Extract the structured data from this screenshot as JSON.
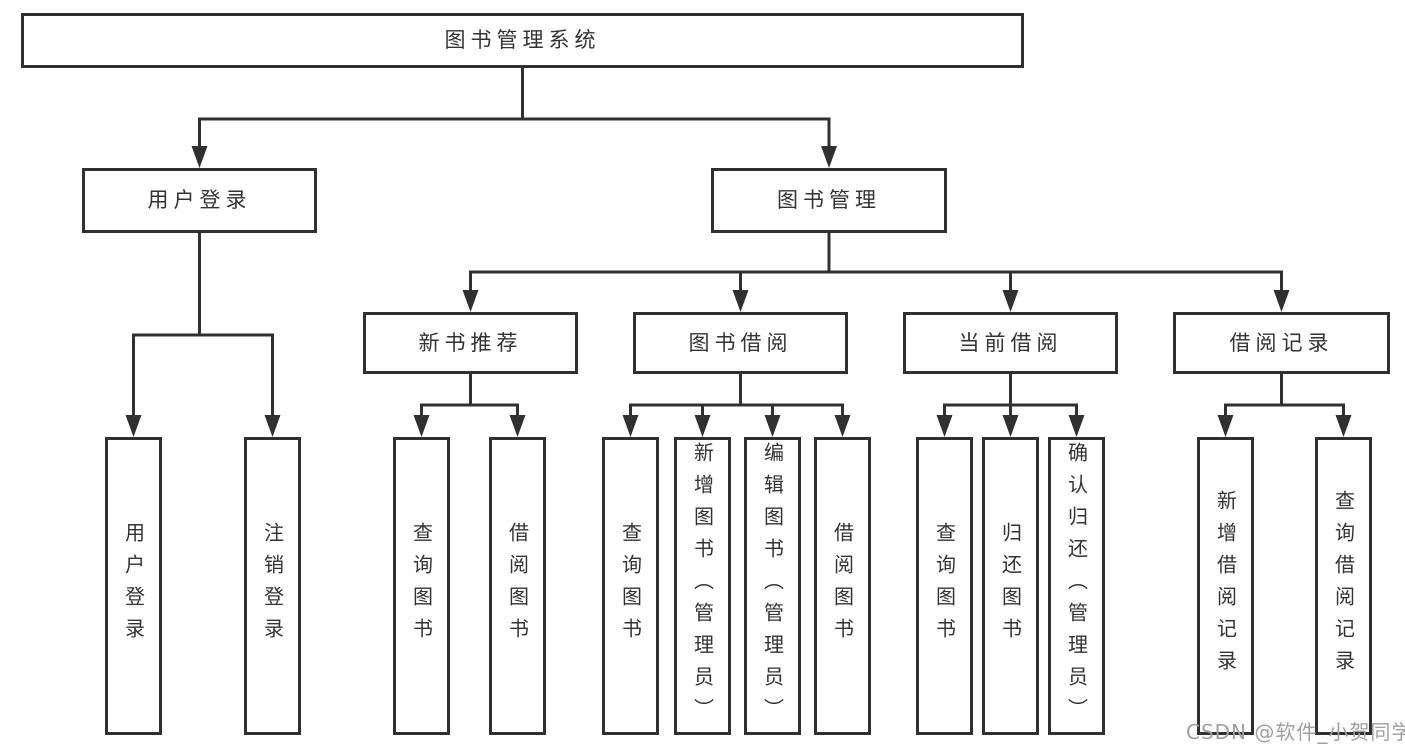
{
  "tree": {
    "label": "图书管理系统",
    "children": [
      {
        "label": "用户登录",
        "children": [
          {
            "label": "用户登录"
          },
          {
            "label": "注销登录"
          }
        ]
      },
      {
        "label": "图书管理",
        "children": [
          {
            "label": "新书推荐",
            "children": [
              {
                "label": "查询图书"
              },
              {
                "label": "借阅图书"
              }
            ]
          },
          {
            "label": "图书借阅",
            "children": [
              {
                "label": "查询图书"
              },
              {
                "label": "新增图书（管理员）"
              },
              {
                "label": "编辑图书（管理员）"
              },
              {
                "label": "借阅图书"
              }
            ]
          },
          {
            "label": "当前借阅",
            "children": [
              {
                "label": "查询图书"
              },
              {
                "label": "归还图书"
              },
              {
                "label": "确认归还（管理员）"
              }
            ]
          },
          {
            "label": "借阅记录",
            "children": [
              {
                "label": "新增借阅记录"
              },
              {
                "label": "查询借阅记录"
              }
            ]
          }
        ]
      }
    ]
  },
  "watermark": {
    "text": "CSDN @软件_小贺同学"
  },
  "colors": {
    "line": "#303030",
    "box_border": "#303030",
    "text": "#333333",
    "background": "#ffffff",
    "watermark": "#a0a0a0"
  }
}
